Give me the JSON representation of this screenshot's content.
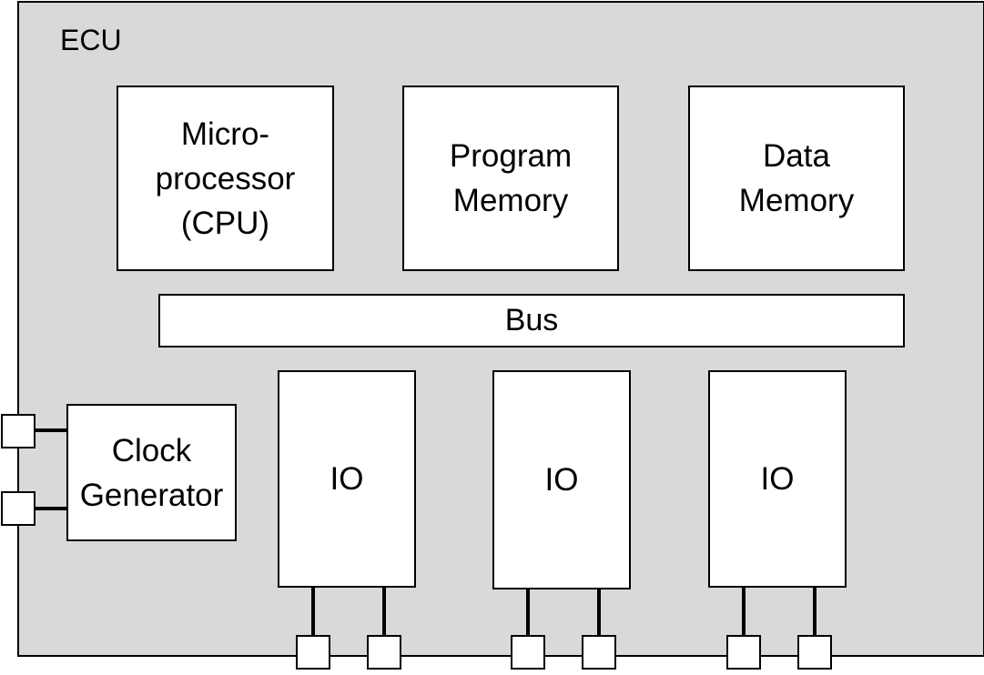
{
  "ecu": {
    "label": "ECU"
  },
  "blocks": {
    "cpu": {
      "line1": "Micro-",
      "line2": "processor",
      "line3": "(CPU)"
    },
    "program_memory": {
      "line1": "Program",
      "line2": "Memory"
    },
    "data_memory": {
      "line1": "Data",
      "line2": "Memory"
    },
    "bus": {
      "label": "Bus"
    },
    "clock_generator": {
      "line1": "Clock",
      "line2": "Generator"
    },
    "io": [
      {
        "label": "IO"
      },
      {
        "label": "IO"
      },
      {
        "label": "IO"
      }
    ]
  },
  "colors": {
    "ecu_fill": "#d9d9d9",
    "block_fill": "#ffffff",
    "stroke": "#000000"
  }
}
